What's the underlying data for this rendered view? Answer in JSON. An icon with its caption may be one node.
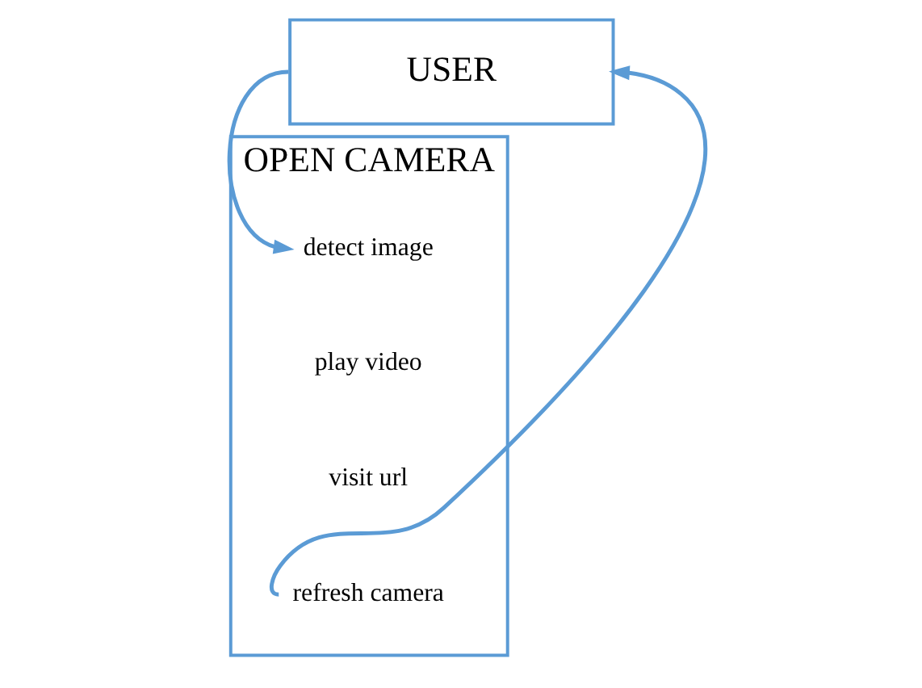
{
  "diagram": {
    "nodes": [
      {
        "text": [
          "USER"
        ]
      },
      {
        "text": [
          "OPEN CAMERA"
        ]
      },
      {
        "text": [
          "detect image"
        ],
        "in": 1
      },
      {
        "text": [
          "play video"
        ],
        "in": 1
      },
      {
        "text": [
          "visit url"
        ],
        "in": 1
      },
      {
        "text": [
          "refresh camera"
        ],
        "in": 1
      }
    ],
    "edges": [
      {
        "from": 0,
        "to": 2,
        "arrow": "to"
      },
      {
        "from": 5,
        "to": 0,
        "arrow": "to"
      }
    ]
  }
}
